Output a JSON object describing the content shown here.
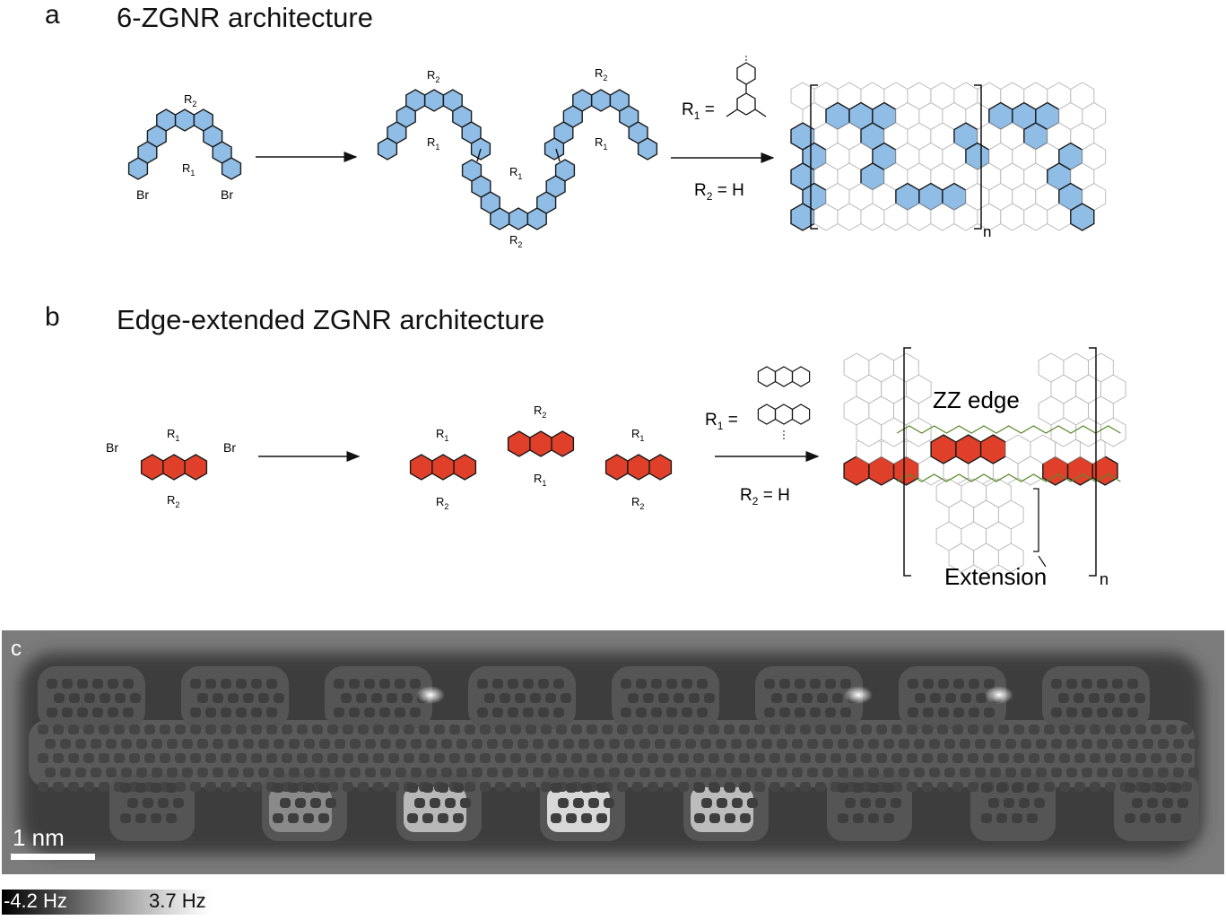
{
  "panel_a": {
    "letter": "a",
    "title": "6-ZGNR architecture",
    "monomer": {
      "r2": "R",
      "r2_sub": "2",
      "r1": "R",
      "r1_sub": "1",
      "br_left": "Br",
      "br_right": "Br"
    },
    "polymer": {
      "r2": "R",
      "r2_sub": "2",
      "r1": "R",
      "r1_sub": "1"
    },
    "condition_r1": {
      "label": "R",
      "sub": "1",
      "eq": " ="
    },
    "condition_r2": {
      "label": "R",
      "sub": "2",
      "rest": " = H"
    },
    "repeat_n": "n",
    "colors": {
      "fill": "#8fbde6",
      "stroke": "#1a1a1a",
      "lattice": "#b5b5b5"
    }
  },
  "panel_b": {
    "letter": "b",
    "title": "Edge-extended ZGNR architecture",
    "monomer": {
      "r1": "R",
      "r1_sub": "1",
      "r2": "R",
      "r2_sub": "2",
      "br_left": "Br",
      "br_right": "Br"
    },
    "polymer": {
      "r1": "R",
      "r1_sub": "1",
      "r2": "R",
      "r2_sub": "2"
    },
    "condition_r1": {
      "label": "R",
      "sub": "1",
      "eq": " ="
    },
    "condition_r2": {
      "label": "R",
      "sub": "2",
      "rest": " = H"
    },
    "zz_edge_label": "ZZ edge",
    "extension_label": "Extension",
    "repeat_n": "n",
    "colors": {
      "fill": "#e0402a",
      "stroke": "#1a1a1a",
      "lattice": "#b5b5b5",
      "edge_line": "#5a8a2a"
    }
  },
  "panel_c": {
    "letter": "c",
    "scale_bar": "1 nm",
    "colorbar_min": "-4.2 Hz",
    "colorbar_max": "3.7 Hz"
  }
}
